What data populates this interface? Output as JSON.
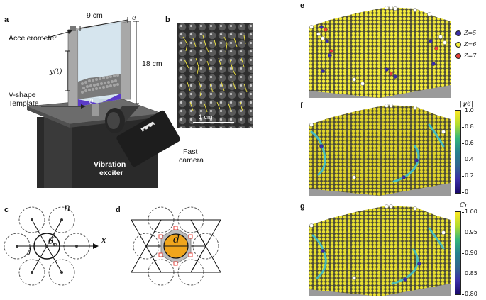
{
  "panels": {
    "a": "a",
    "b": "b",
    "c": "c",
    "d": "d",
    "e": "e",
    "f": "f",
    "g": "g"
  },
  "panel_a": {
    "accelerometer": "Accelerometer",
    "width": "9 cm",
    "height": "18 cm",
    "yt": "y(t)",
    "vshape_line1": "V-shape",
    "vshape_line2": "Template",
    "theta": "θ",
    "e_label": "e",
    "fast_line1": "Fast",
    "fast_line2": "camera",
    "vib_line1": "Vibration",
    "vib_line2": "exciter"
  },
  "panel_b": {
    "scale": "1 cm"
  },
  "panel_c": {
    "n": "n",
    "j": "j",
    "theta": "θ",
    "theta_sub": "n",
    "theta_sup": "j",
    "x": "x"
  },
  "panel_d": {
    "d": "d"
  },
  "legend_e": [
    {
      "label": "Z=5",
      "color": "#3b2ea8"
    },
    {
      "label": "Z=6",
      "color": "#f5f03a"
    },
    {
      "label": "Z=7",
      "color": "#e8403a"
    }
  ],
  "colorbar_f": {
    "title": "|ψ6|",
    "ticks": [
      "1.0",
      "0.8",
      "0.6",
      "0.4",
      "0.2",
      "0"
    ]
  },
  "colorbar_g": {
    "title": "Cr",
    "ticks": [
      "1.00",
      "0.95",
      "0.90",
      "0.85",
      "0.80"
    ]
  },
  "colors": {
    "purple": "#3b2ea8",
    "yellow": "#e8dc2e",
    "cyan": "#3cc0d0",
    "red": "#e8403a"
  }
}
